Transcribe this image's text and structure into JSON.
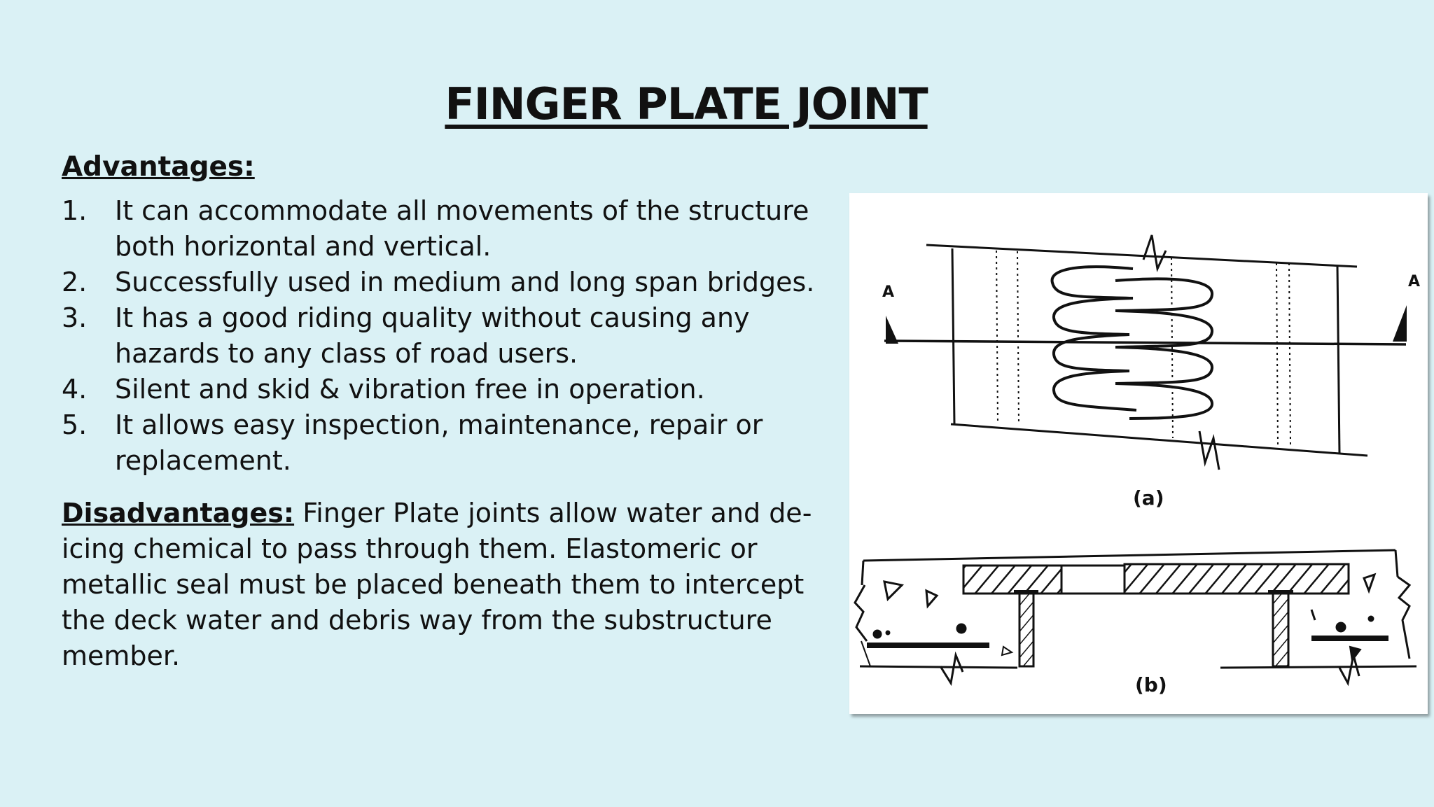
{
  "title": "FINGER PLATE JOINT",
  "advantages": {
    "heading": "Advantages:",
    "items": [
      {
        "num": "1.",
        "text": "It can accommodate all movements of the structure both horizontal and vertical."
      },
      {
        "num": "2.",
        "text": "Successfully used in medium and long span bridges."
      },
      {
        "num": "3.",
        "text": "It has a good riding quality without causing any hazards to any class of road users."
      },
      {
        "num": "4.",
        "text": "Silent and skid & vibration free in operation."
      },
      {
        "num": "5.",
        "text": "It allows easy inspection, maintenance, repair or replacement."
      }
    ]
  },
  "disadvantages": {
    "heading": "Disadvantages:",
    "text": "Finger Plate joints allow water and de-icing chemical to pass through them. Elastomeric or metallic seal must be placed beneath them to intercept the deck water and debris way from the substructure member."
  },
  "figure": {
    "section_label_left": "A",
    "section_label_right": "A",
    "caption_a": "(a)",
    "caption_b": "(b)"
  },
  "colors": {
    "background": "#daf1f5",
    "figure_background": "#ffffff",
    "ink": "#111111"
  }
}
